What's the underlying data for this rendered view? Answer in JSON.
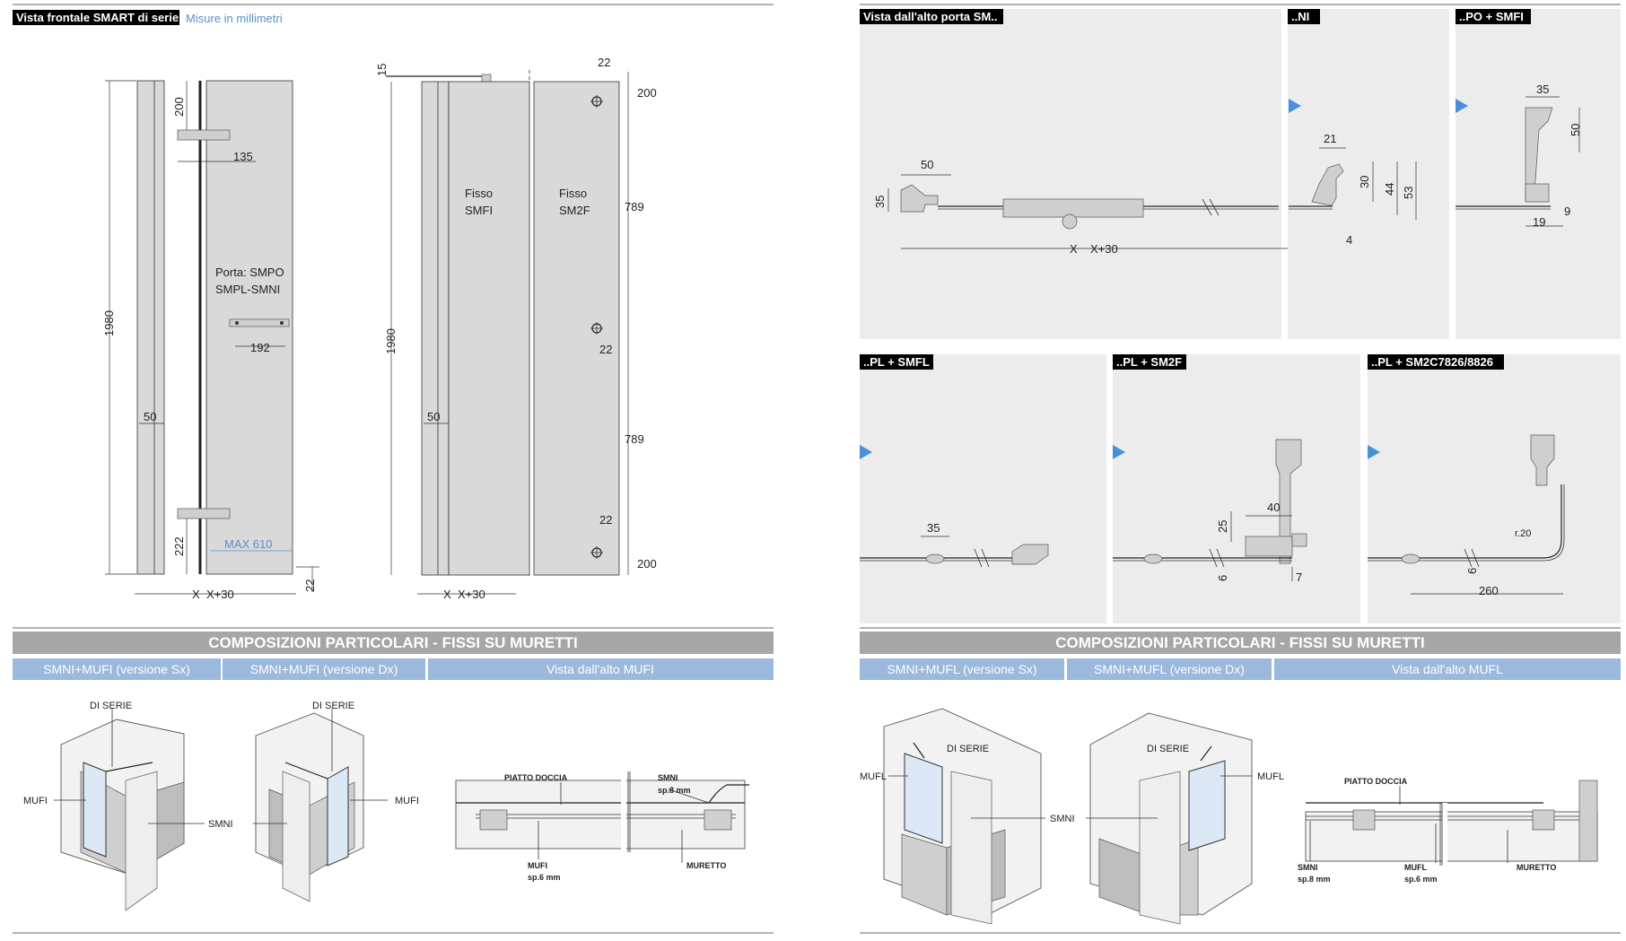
{
  "front_view": {
    "title": "Vista frontale SMART di serie",
    "subtitle": "Misure in millimetri",
    "door_label_1": "Porta: SMPO",
    "door_label_2": "SMPL-SMNI",
    "dims": {
      "h1980_a": "1980",
      "d200": "200",
      "d135": "135",
      "d192": "192",
      "d50_a": "50",
      "d222": "222",
      "max610": "MAX 610",
      "d22_a": "22",
      "xx30_a": "X",
      "xx30_b": "X+30"
    },
    "fixed": {
      "smfi_1": "Fisso",
      "smfi_2": "SMFI",
      "sm2f_1": "Fisso",
      "sm2f_2": "SM2F",
      "d15": "15",
      "h1980_b": "1980",
      "d50_b": "50",
      "d22_t": "22",
      "d200_t": "200",
      "d789_a": "789",
      "d22_m": "22",
      "d789_b": "789",
      "d22_b": "22",
      "d200_b": "200",
      "xx30_c": "X",
      "xx30_d": "X+30"
    }
  },
  "top_view": {
    "title": "Vista dall'alto porta SM..",
    "d50": "50",
    "d35": "35",
    "x": "X",
    "x30": "X+30",
    "ni": {
      "title": "..NI",
      "d21": "21",
      "d30": "30",
      "d44": "44",
      "d53": "53",
      "d4": "4"
    },
    "po": {
      "title": "..PO + SMFI",
      "d35": "35",
      "d50": "50",
      "d19": "19",
      "d9": "9"
    },
    "pl_smfl": {
      "title": "..PL + SMFL",
      "d35": "35"
    },
    "pl_sm2f": {
      "title": "..PL + SM2F",
      "d40": "40",
      "d25": "25",
      "d6": "6",
      "d7": "7"
    },
    "pl_sm2c": {
      "title": "..PL + SM2C7826/8826",
      "r20": "r.20",
      "d6": "6",
      "d260": "260"
    }
  },
  "left_section": {
    "band": "COMPOSIZIONI PARTICOLARI - FISSI SU MURETTI",
    "tabs": [
      "SMNI+MUFI (versione Sx)",
      "SMNI+MUFI (versione Dx)",
      "Vista dall'alto MUFI"
    ],
    "di_serie": "DI SERIE",
    "mufi": "MUFI",
    "smni": "SMNI",
    "plan": {
      "piatto": "PIATTO DOCCIA",
      "smni": "SMNI",
      "sp8": "sp.8 mm",
      "mufi": "MUFI",
      "sp6": "sp.6 mm",
      "muretto": "MURETTO"
    }
  },
  "right_section": {
    "band": "COMPOSIZIONI PARTICOLARI - FISSI SU MURETTI",
    "tabs": [
      "SMNI+MUFL (versione Sx)",
      "SMNI+MUFL (versione Dx)",
      "Vista dall'alto MUFL"
    ],
    "di_serie": "DI SERIE",
    "mufl": "MUFL",
    "smni": "SMNI",
    "plan": {
      "piatto": "PIATTO DOCCIA",
      "smni": "SMNI",
      "sp8": "sp.8 mm",
      "mufl": "MUFL",
      "sp6": "sp.6 mm",
      "muretto": "MURETTO"
    }
  }
}
